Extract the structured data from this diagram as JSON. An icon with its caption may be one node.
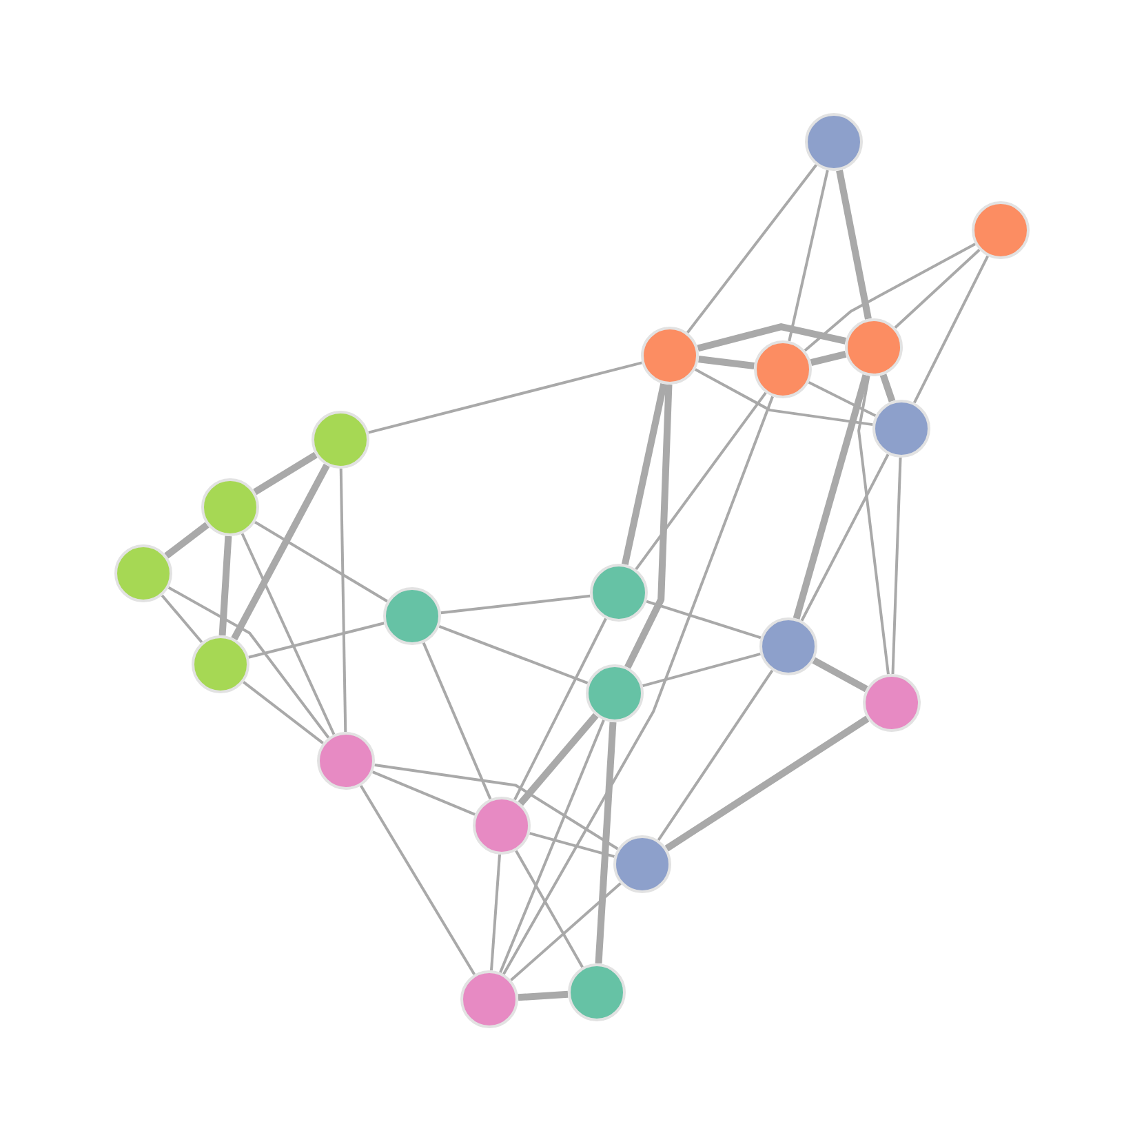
{
  "diagram": {
    "nodes": [
      {
        "text": [],
        "shape": "circle"
      },
      {
        "text": [],
        "shape": "circle"
      },
      {
        "text": [],
        "shape": "circle"
      },
      {
        "text": [],
        "shape": "circle"
      },
      {
        "text": [],
        "shape": "circle"
      },
      {
        "text": [],
        "shape": "circle"
      },
      {
        "text": [],
        "shape": "circle"
      },
      {
        "text": [],
        "shape": "circle"
      },
      {
        "text": [],
        "shape": "circle"
      },
      {
        "text": [],
        "shape": "circle"
      },
      {
        "text": [],
        "shape": "circle"
      },
      {
        "text": [],
        "shape": "circle"
      },
      {
        "text": [],
        "shape": "circle"
      },
      {
        "text": [],
        "shape": "circle"
      },
      {
        "text": [],
        "shape": "circle"
      },
      {
        "text": [],
        "shape": "circle"
      },
      {
        "text": [],
        "shape": "circle"
      },
      {
        "text": [],
        "shape": "circle"
      },
      {
        "text": [],
        "shape": "circle"
      },
      {
        "text": [],
        "shape": "circle"
      }
    ],
    "edges": [
      {
        "from": 0,
        "to": 3,
        "arrow": "none"
      },
      {
        "from": 0,
        "to": 4,
        "arrow": "none"
      },
      {
        "from": 0,
        "to": 2,
        "arrow": "none",
        "style": "thick"
      },
      {
        "from": 1,
        "to": 4,
        "arrow": "none"
      },
      {
        "from": 1,
        "to": 2,
        "arrow": "none"
      },
      {
        "from": 1,
        "to": 5,
        "arrow": "none"
      },
      {
        "from": 3,
        "to": 4,
        "arrow": "none",
        "style": "thick"
      },
      {
        "from": 3,
        "to": 2,
        "arrow": "none",
        "style": "thick"
      },
      {
        "from": 4,
        "to": 2,
        "arrow": "none",
        "style": "thick"
      },
      {
        "from": 3,
        "to": 5,
        "arrow": "none"
      },
      {
        "from": 4,
        "to": 5,
        "arrow": "none"
      },
      {
        "from": 2,
        "to": 5,
        "arrow": "none",
        "style": "thick"
      },
      {
        "from": 3,
        "to": 6,
        "arrow": "none"
      },
      {
        "from": 3,
        "to": 9,
        "arrow": "none",
        "style": "thick"
      },
      {
        "from": 3,
        "to": 13,
        "arrow": "none",
        "style": "thick"
      },
      {
        "from": 4,
        "to": 9,
        "arrow": "none"
      },
      {
        "from": 4,
        "to": 19,
        "arrow": "none"
      },
      {
        "from": 2,
        "to": 11,
        "arrow": "none",
        "style": "thick"
      },
      {
        "from": 2,
        "to": 14,
        "arrow": "none"
      },
      {
        "from": 5,
        "to": 14,
        "arrow": "none"
      },
      {
        "from": 5,
        "to": 11,
        "arrow": "none"
      },
      {
        "from": 6,
        "to": 7,
        "arrow": "none",
        "style": "thick"
      },
      {
        "from": 6,
        "to": 12,
        "arrow": "none",
        "style": "thick"
      },
      {
        "from": 6,
        "to": 15,
        "arrow": "none"
      },
      {
        "from": 7,
        "to": 8,
        "arrow": "none",
        "style": "thick"
      },
      {
        "from": 7,
        "to": 12,
        "arrow": "none",
        "style": "thick"
      },
      {
        "from": 7,
        "to": 15,
        "arrow": "none"
      },
      {
        "from": 7,
        "to": 10,
        "arrow": "none"
      },
      {
        "from": 8,
        "to": 12,
        "arrow": "none"
      },
      {
        "from": 8,
        "to": 15,
        "arrow": "none"
      },
      {
        "from": 12,
        "to": 15,
        "arrow": "none"
      },
      {
        "from": 12,
        "to": 10,
        "arrow": "none"
      },
      {
        "from": 10,
        "to": 9,
        "arrow": "none"
      },
      {
        "from": 10,
        "to": 13,
        "arrow": "none"
      },
      {
        "from": 10,
        "to": 16,
        "arrow": "none"
      },
      {
        "from": 9,
        "to": 11,
        "arrow": "none"
      },
      {
        "from": 9,
        "to": 16,
        "arrow": "none"
      },
      {
        "from": 13,
        "to": 11,
        "arrow": "none"
      },
      {
        "from": 11,
        "to": 14,
        "arrow": "none",
        "style": "thick"
      },
      {
        "from": 11,
        "to": 17,
        "arrow": "none"
      },
      {
        "from": 14,
        "to": 17,
        "arrow": "none",
        "style": "thick"
      },
      {
        "from": 13,
        "to": 16,
        "arrow": "none",
        "style": "thick"
      },
      {
        "from": 13,
        "to": 18,
        "arrow": "none",
        "style": "thick"
      },
      {
        "from": 13,
        "to": 19,
        "arrow": "none"
      },
      {
        "from": 15,
        "to": 16,
        "arrow": "none"
      },
      {
        "from": 15,
        "to": 17,
        "arrow": "none"
      },
      {
        "from": 15,
        "to": 19,
        "arrow": "none"
      },
      {
        "from": 16,
        "to": 17,
        "arrow": "none"
      },
      {
        "from": 16,
        "to": 19,
        "arrow": "none"
      },
      {
        "from": 16,
        "to": 18,
        "arrow": "none"
      },
      {
        "from": 17,
        "to": 19,
        "arrow": "none"
      },
      {
        "from": 18,
        "to": 19,
        "arrow": "none",
        "style": "thick"
      }
    ]
  }
}
